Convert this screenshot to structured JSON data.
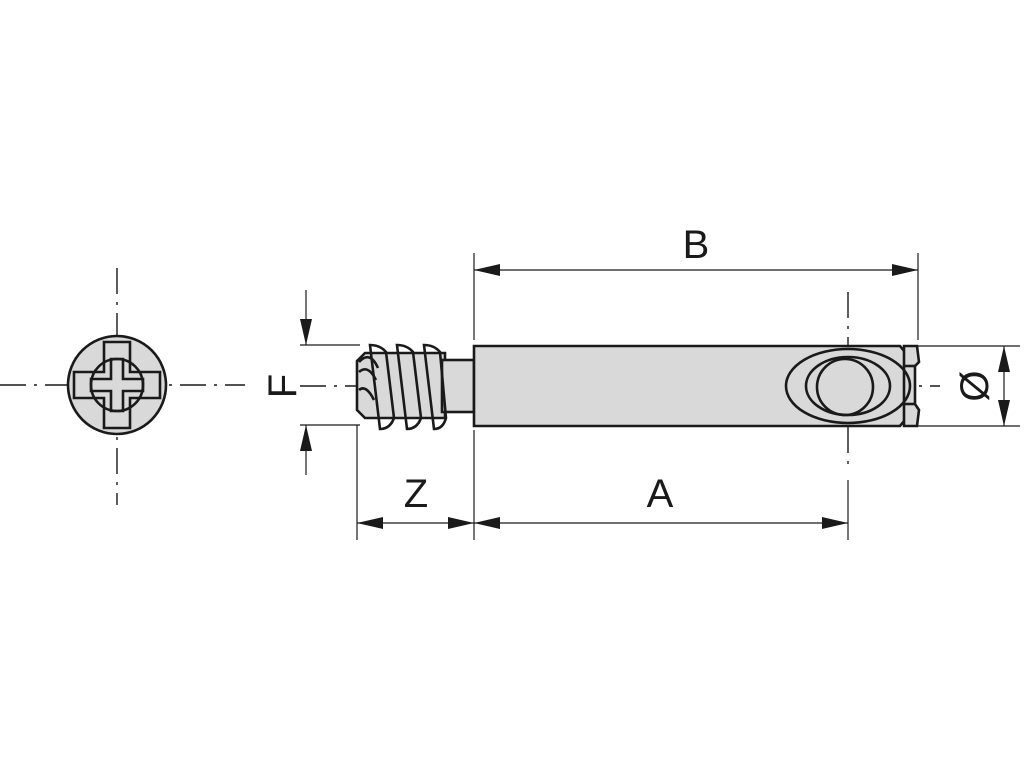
{
  "drawing": {
    "labels": {
      "b": "B",
      "a": "A",
      "z": "Z",
      "f": "F",
      "diameter": "Ø"
    }
  }
}
